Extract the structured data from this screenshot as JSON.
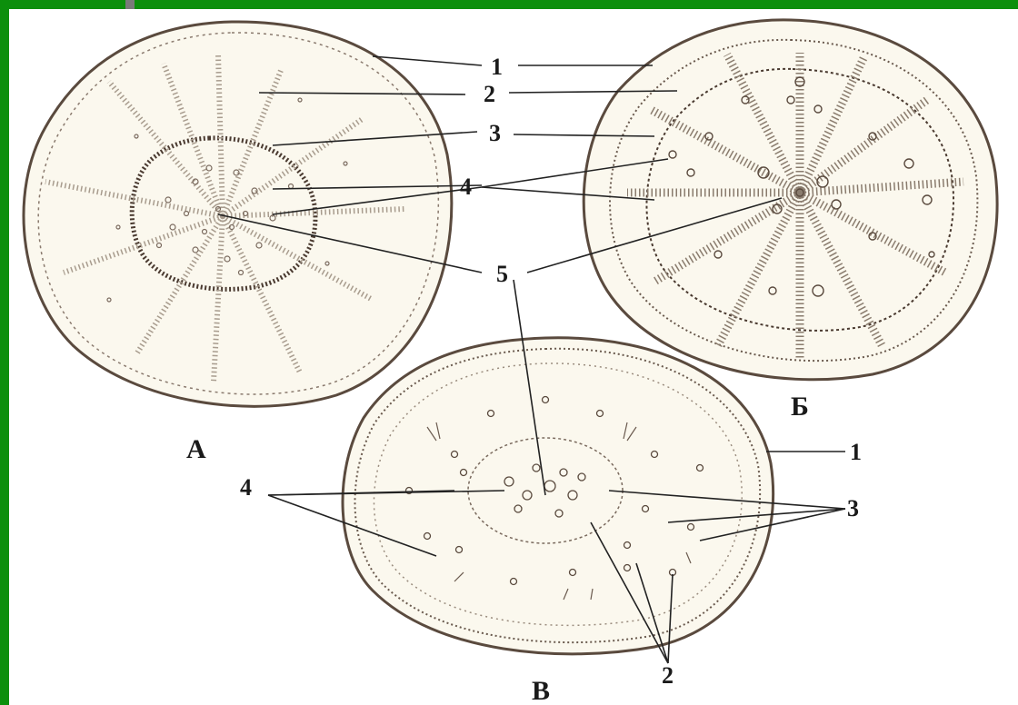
{
  "diagram": {
    "panels": [
      {
        "id": "A",
        "label": "А"
      },
      {
        "id": "B",
        "label": "Б"
      },
      {
        "id": "V",
        "label": "В"
      }
    ],
    "numbers": {
      "n1_top": "1",
      "n2_top": "2",
      "n3_top": "3",
      "n4_top": "4",
      "n5_mid": "5",
      "n1_right": "1",
      "n3_right": "3",
      "n4_left": "4",
      "n2_bottom": "2"
    }
  },
  "colors": {
    "frame_green": "#0c8f0c",
    "paper": "#fbf8ee",
    "ink": "#5a4a3e"
  }
}
